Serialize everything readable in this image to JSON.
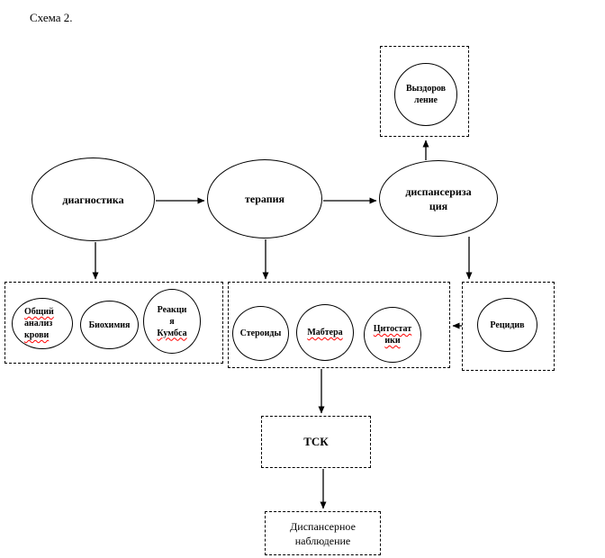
{
  "title": "Схема 2.",
  "nodes": {
    "diagnostics": {
      "label": "диагностика"
    },
    "therapy": {
      "label": "терапия"
    },
    "dispensary": {
      "line1": "диспансериза",
      "line2": "ция"
    },
    "recovery": {
      "line1": "Выздоров",
      "line2": "ление"
    },
    "cbc": {
      "line1": "Общий",
      "line2": "анализ",
      "line3": "крови"
    },
    "biochemistry": {
      "label": "Биохимия"
    },
    "coombs": {
      "line1": "Реакци",
      "line2": "я",
      "line3": "Кумбса"
    },
    "steroids": {
      "label": "Стероиды"
    },
    "mabthera": {
      "label": "Мабтера"
    },
    "cytostatics": {
      "line1": "Цитостат",
      "line2": "ики"
    },
    "relapse": {
      "label": "Рецидив"
    },
    "tsk": {
      "label": "ТСК"
    },
    "followup": {
      "line1": "Диспансерное",
      "line2": "наблюдение"
    }
  },
  "colors": {
    "line": "#000000",
    "text": "#000000",
    "spellcheck_underline": "#ff0000",
    "background": "#ffffff"
  }
}
